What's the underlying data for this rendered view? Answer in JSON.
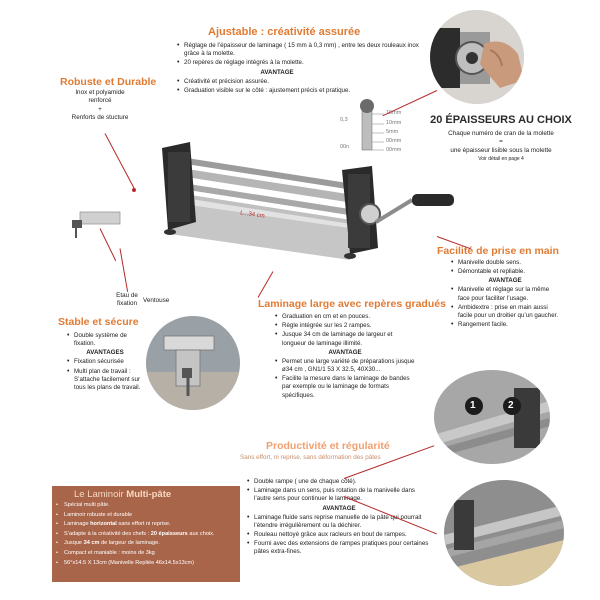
{
  "top": {
    "title": "Ajustable : créativité assurée",
    "bullets": [
      "Réglage de l’épaisseur de laminage ( 15 mm à 0,3 mm) , entre les deux rouleaux inox grâce à la molette.",
      "20 repères de réglage intégrés à la molette."
    ],
    "avantage_label": "AVANTAGE",
    "bullets2": [
      "Créativité et précision assurée.",
      "Graduation visible sur le côté : ajustement précis et pratique."
    ]
  },
  "robuste": {
    "title": "Robuste et Durable",
    "line1": "Inox et polyamide",
    "line2": "renforcé",
    "plus": "+",
    "line3": "Renforts de stucture"
  },
  "scale": {
    "labels": [
      "15mm",
      "10mm",
      "5mm",
      "00mm",
      "00mm"
    ],
    "left_top": "0,3",
    "left_bottom": "00n"
  },
  "epaisseurs": {
    "title": "20 ÉPAISSEURS AU CHOIX",
    "line1": "Chaque numéro de cran de la molette",
    "equals": "=",
    "line2": "une épaisseur lisible sous la molette",
    "line3": "Voir détail en page 4"
  },
  "facilite": {
    "title": "Facilité de prise en main",
    "bullets1": [
      "Manivelle double sens.",
      "Démontable et repliable."
    ],
    "avantage_label": "AVANTAGE",
    "bullets2": [
      "Manivelle et réglage sur la même face pour faciliter l’usage.",
      "Ambidextre : prise en main aussi facile pour un droitier qu’un gaucher.",
      "Rangement facile."
    ]
  },
  "machine_labels": {
    "etau": "Etau de fixation",
    "ventouse": "Ventouse",
    "ruler": "L...34 cm"
  },
  "stable": {
    "title": "Stable et sécure",
    "bullets1": [
      "Double système de fixation."
    ],
    "avantage_label": "AVANTAGES",
    "bullets2": [
      "Fixation sécurisée",
      "Multi plan de travail : S’attache facilement sur tous les plans de travail."
    ]
  },
  "laminage": {
    "title": "Laminage large avec repères gradués",
    "bullets1": [
      "Graduation en cm et en pouces.",
      "Règle intégrée sur les 2 rampes.",
      "Jusque 34 cm de laminage de largeur et longueur de laminage illimité."
    ],
    "avantage_label": "AVANTAGE",
    "bullets2": [
      "Permet une large variété de préparations jusque ø34 cm , GN1/1 53 X 32.5, 40X30...",
      "Facilite la mesure dans le laminage de bandes par exemple ou le laminage de formats spécifiques."
    ]
  },
  "productivite": {
    "title": "Productivité et régularité",
    "subtitle": "Sans effort, ni reprise, sans déformation des pâtes",
    "bullets1": [
      "Double rampe ( une de chaque côté).",
      "Laminage dans un sens, puis rotation de la manivelle dans l’autre sens pour continuer le laminage."
    ],
    "avantage_label": "AVANTAGE",
    "bullets2": [
      "Laminage fluide sans reprise manuelle de la pâte qui pourrait l’étendre irrégulièrement ou la déchirer.",
      "Rouleau nettoyé grâce aux racleurs en bout de rampes.",
      "Fourni avec des extensions de rampes pratiques pour certaines pâtes extra-fines."
    ],
    "markers": [
      "1",
      "2"
    ]
  },
  "summary": {
    "title_plain": "Le Laminoir ",
    "title_bold": "Multi-pâte",
    "items": [
      {
        "pre": "Spécial multi pâte.",
        "bold": "",
        "post": ""
      },
      {
        "pre": "Laminoir robuste et durable",
        "bold": "",
        "post": ""
      },
      {
        "pre": "Laminage ",
        "bold": "horizontal",
        "post": " sans effort ni reprise."
      },
      {
        "pre": "S’adapte à la créativité des chefs : ",
        "bold": "20 épaisseurs",
        "post": " aux choix."
      },
      {
        "pre": "Jusque ",
        "bold": "34 cm",
        "post": " de largeur de laminage."
      },
      {
        "pre": "Compact et maniable : moins de 3kg",
        "bold": "",
        "post": ""
      },
      {
        "pre": "56°x14.5 X 13cm (Manivelle Repliée 46x14.5x13cm)",
        "bold": "",
        "post": ""
      }
    ]
  },
  "colors": {
    "accent": "#e07b34",
    "leader": "#b52a2a",
    "box": "#a9654a"
  }
}
